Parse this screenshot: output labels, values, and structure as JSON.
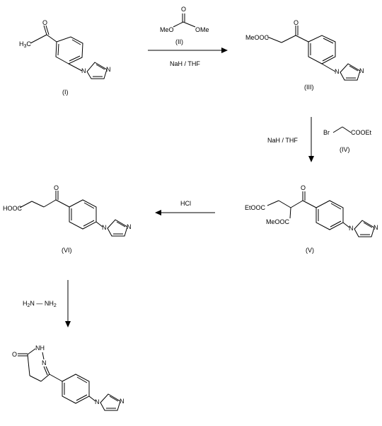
{
  "compounds": {
    "I": {
      "label": "(I)",
      "atoms": {
        "methyl": "H3C",
        "carbonyl_o": "O",
        "im_n1": "N",
        "im_n3": "N"
      }
    },
    "II": {
      "label": "(II)",
      "atoms": {
        "left": "MeO",
        "right": "OMe",
        "carbonyl_o": "O"
      }
    },
    "III": {
      "label": "(III)",
      "atoms": {
        "ester": "MeOOC",
        "carbonyl_o": "O",
        "im_n1": "N",
        "im_n3": "N"
      }
    },
    "IV": {
      "label": "(IV)",
      "atoms": {
        "br": "Br",
        "ester": "COOEt"
      }
    },
    "V": {
      "label": "(V)",
      "atoms": {
        "ester1": "EtOOC",
        "ester2": "MeOOC",
        "carbonyl_o": "O",
        "im_n1": "N",
        "im_n3": "N"
      }
    },
    "VI": {
      "label": "(VI)",
      "atoms": {
        "acid": "HOOC",
        "carbonyl_o": "O",
        "im_n1": "N",
        "im_n3": "N"
      }
    },
    "VII": {
      "atoms": {
        "o": "O",
        "nh": "NH",
        "n": "N",
        "im_n1": "N",
        "im_n3": "N"
      }
    }
  },
  "reagents": {
    "step1": "NaH / THF",
    "step2": "NaH / THF",
    "step3": "HCl",
    "step4": "H2N—NH2"
  }
}
